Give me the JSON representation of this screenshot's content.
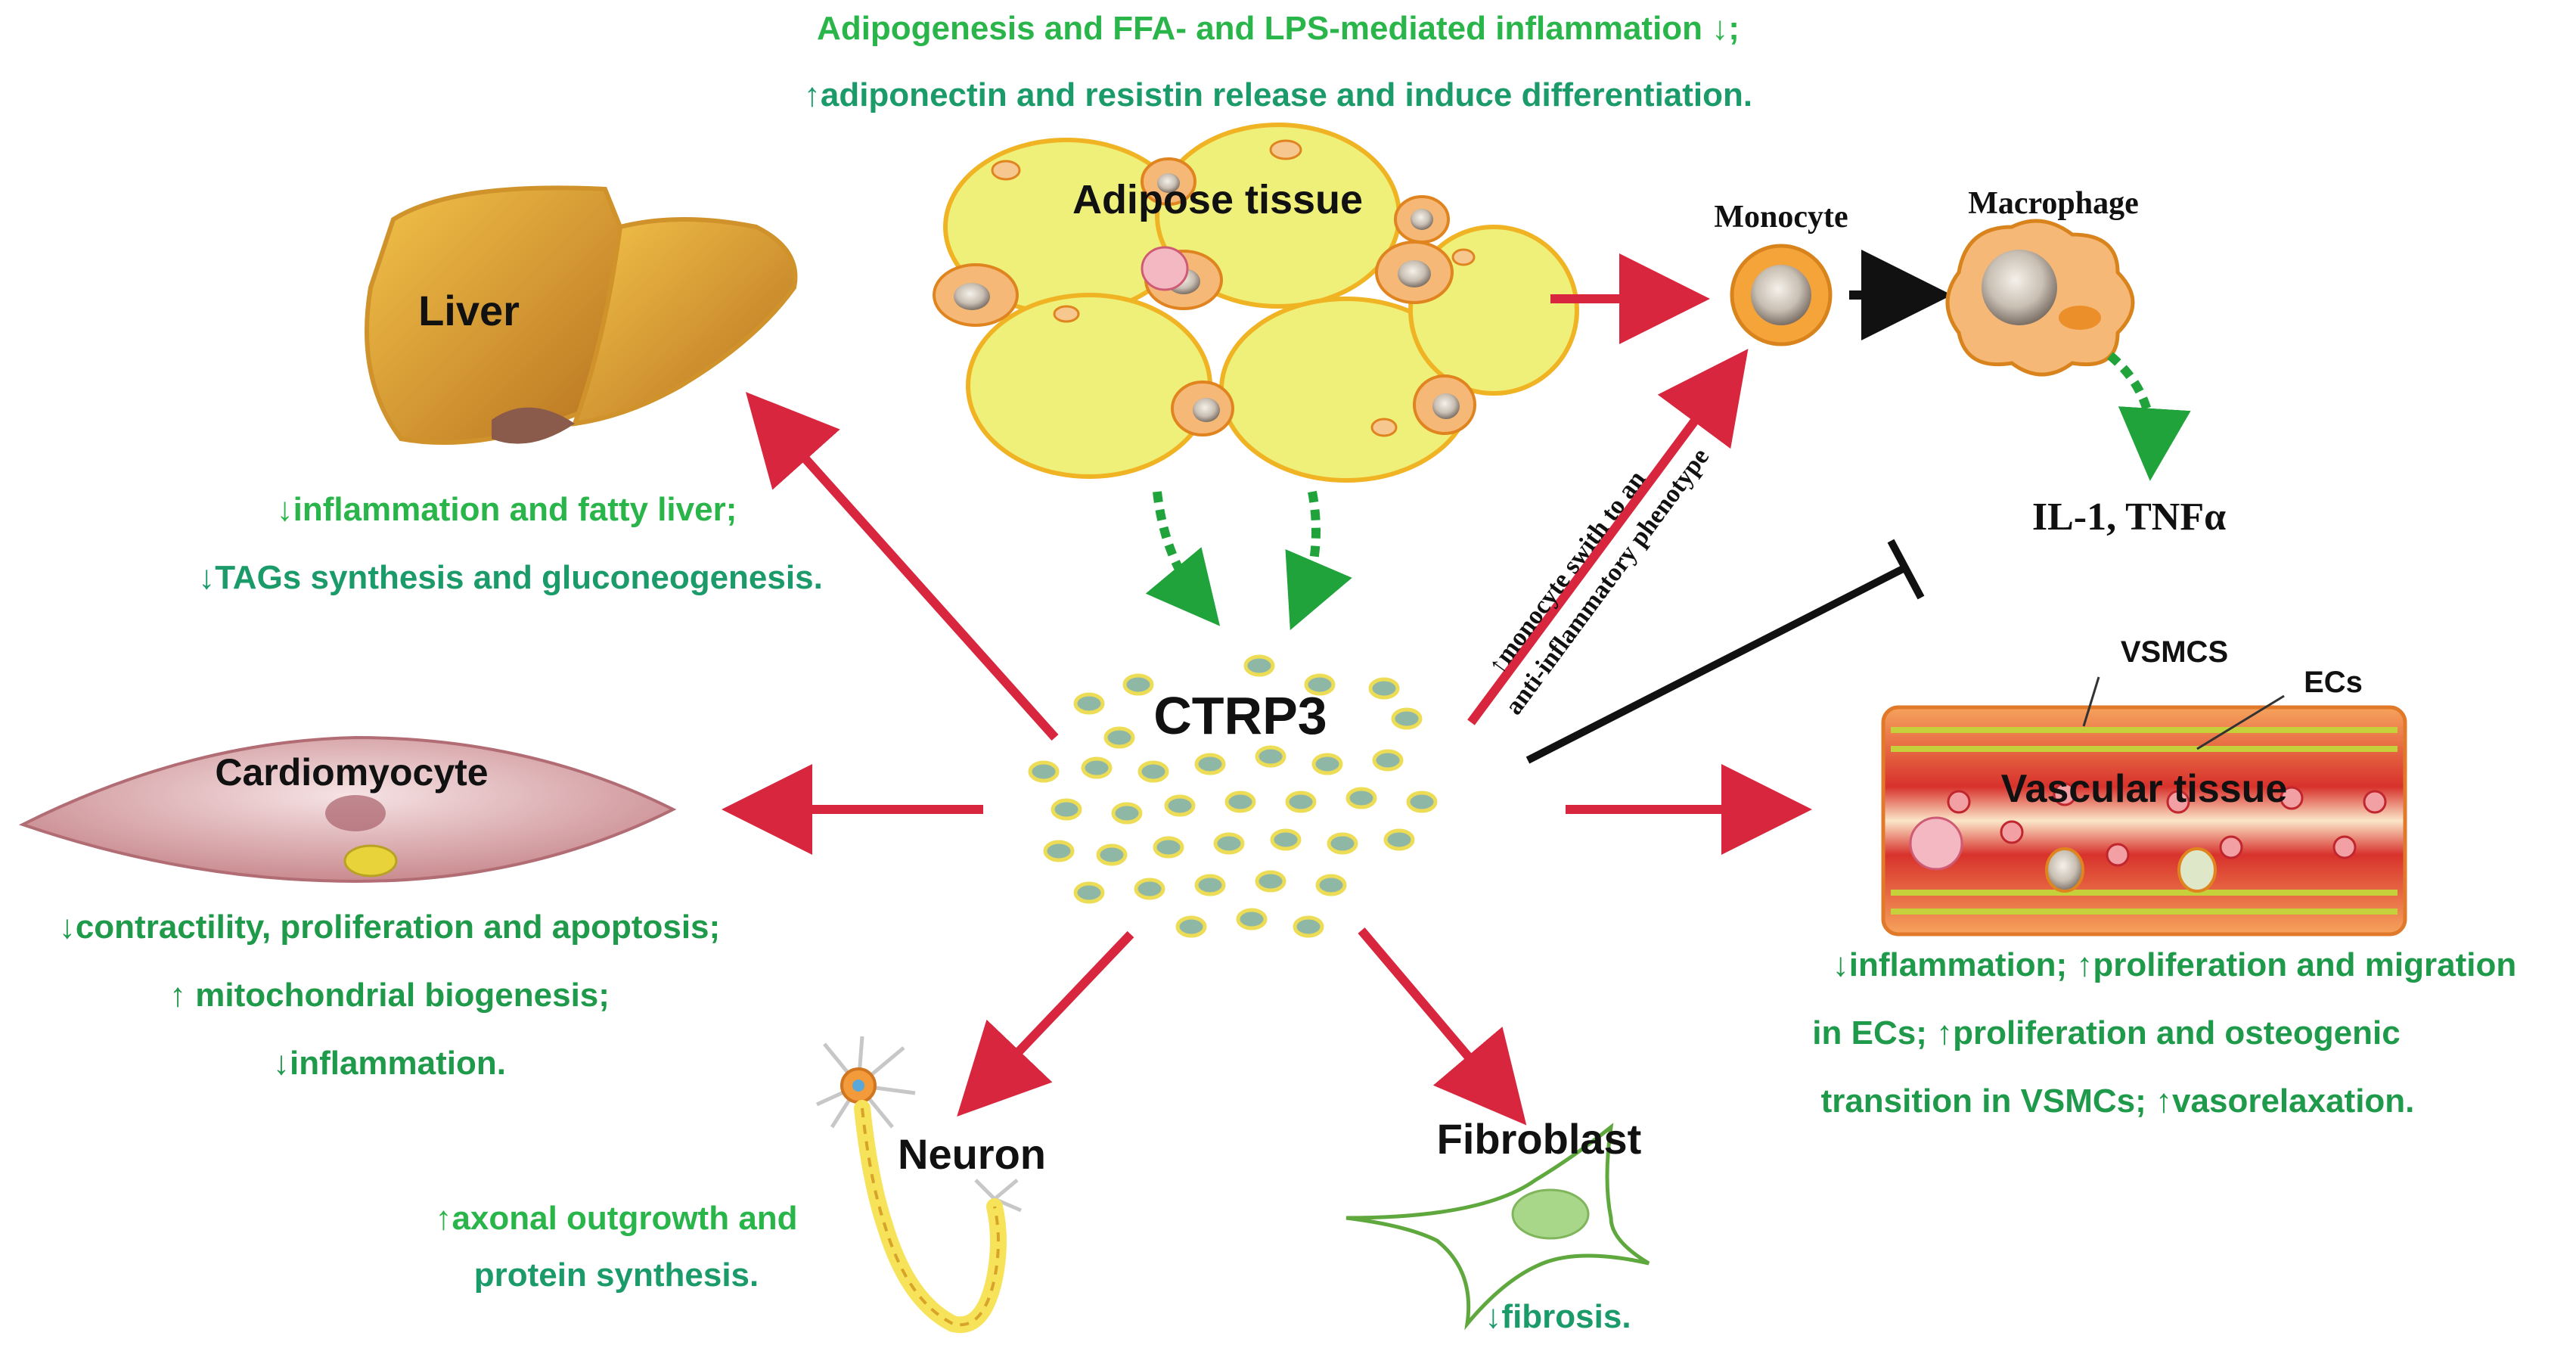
{
  "colors": {
    "arrow_red": "#d7263d",
    "text_green": "#2ab54a",
    "text_teal": "#1b7a8a",
    "adipocyte_fill": "#eef07a",
    "adipocyte_stroke": "#f0b323",
    "liver": "#e3a83a",
    "ctrp3_particle": "#8fb7a6",
    "vessel_red": "#d8322c",
    "inhibition_black": "#111111"
  },
  "adipose": {
    "title": "Adipose tissue",
    "effect_line1": "Adipogenesis and FFA- and LPS-mediated inflammation ↓;",
    "effect_line2": "↑adiponectin and resistin release and induce differentiation."
  },
  "liver": {
    "title": "Liver",
    "effect_line1": "↓inflammation and  fatty liver;",
    "effect_line2": "↓TAGs synthesis and gluconeogenesis."
  },
  "center": {
    "title": "CTRP3"
  },
  "cardiomyocyte": {
    "title": "Cardiomyocyte",
    "effect_line1": "↓contractility, proliferation and apoptosis;",
    "effect_line2": "↑  mitochondrial biogenesis;",
    "effect_line3": "↓inflammation."
  },
  "neuron": {
    "title": "Neuron",
    "effect_line1": "↑axonal outgrowth and",
    "effect_line2": "protein synthesis."
  },
  "fibroblast": {
    "title": "Fibroblast",
    "effect_line1": "↓fibrosis."
  },
  "immune": {
    "monocyte": "Monocyte",
    "macrophage": "Macrophage",
    "cytokines": "IL-1, TNFα",
    "switch_line1": "↑monocyte swith to an",
    "switch_line2": "anti-inflammatory phenotype"
  },
  "vascular": {
    "title": "Vascular tissue",
    "vsmcs": "VSMCS",
    "ecs": "ECs",
    "effect_line1": "↓inflammation; ↑proliferation and migration",
    "effect_line2": "in ECs; ↑proliferation and osteogenic",
    "effect_line3": "transition in VSMCs; ↑vasorelaxation."
  }
}
